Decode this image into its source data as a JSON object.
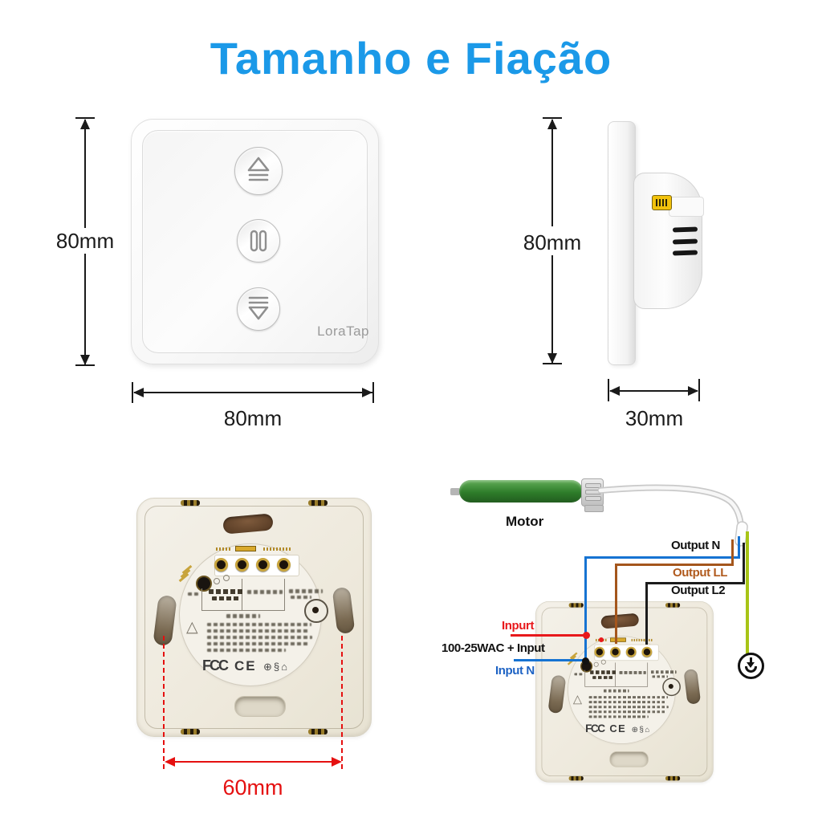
{
  "title": "Tamanho e Fiação",
  "colors": {
    "accent": "#1b99e8",
    "dimension_red": "#e51010",
    "wire_blue": "#1673d2",
    "wire_brown": "#a4561c",
    "wire_black": "#1c1c1c",
    "wire_ground_green": "#a8c417",
    "motor_green": "#2e7d2a"
  },
  "front_view": {
    "height_label": "80mm",
    "width_label": "80mm",
    "brand": "LoraTap",
    "buttons": [
      "curtain-up",
      "pause",
      "curtain-down"
    ]
  },
  "side_view": {
    "height_label": "80mm",
    "depth_label": "30mm"
  },
  "back_view": {
    "spacing_label": "60mm",
    "cert_fcc": "FCC",
    "cert_ce": "CE",
    "cert_glyphs": "⊕§⌂",
    "warning_glyph": "△"
  },
  "wiring": {
    "motor_label": "Motor",
    "output_n": "Output N",
    "output_ll": "Output LL",
    "output_l2": "Output L2",
    "input_live": "Inpurt",
    "input_power": "100-25WAC + Input",
    "input_n": "Input N"
  }
}
